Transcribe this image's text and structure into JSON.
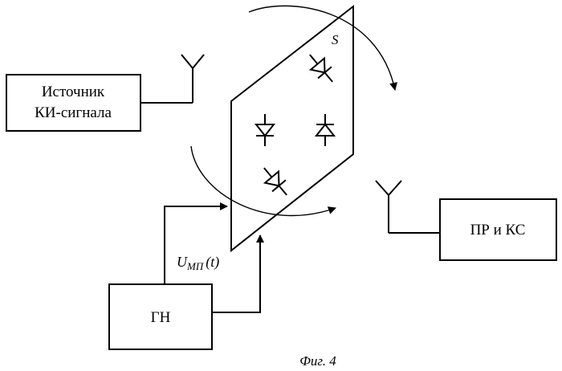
{
  "blocks": {
    "source_line1": "Источник",
    "source_line2": "КИ-сигнала",
    "receiver": "ПР и КС",
    "generator": "ГН"
  },
  "labels": {
    "surface": "S",
    "voltage_main": "U",
    "voltage_sub": "МП",
    "voltage_arg": "(t)"
  },
  "caption": "Фиг. 4"
}
